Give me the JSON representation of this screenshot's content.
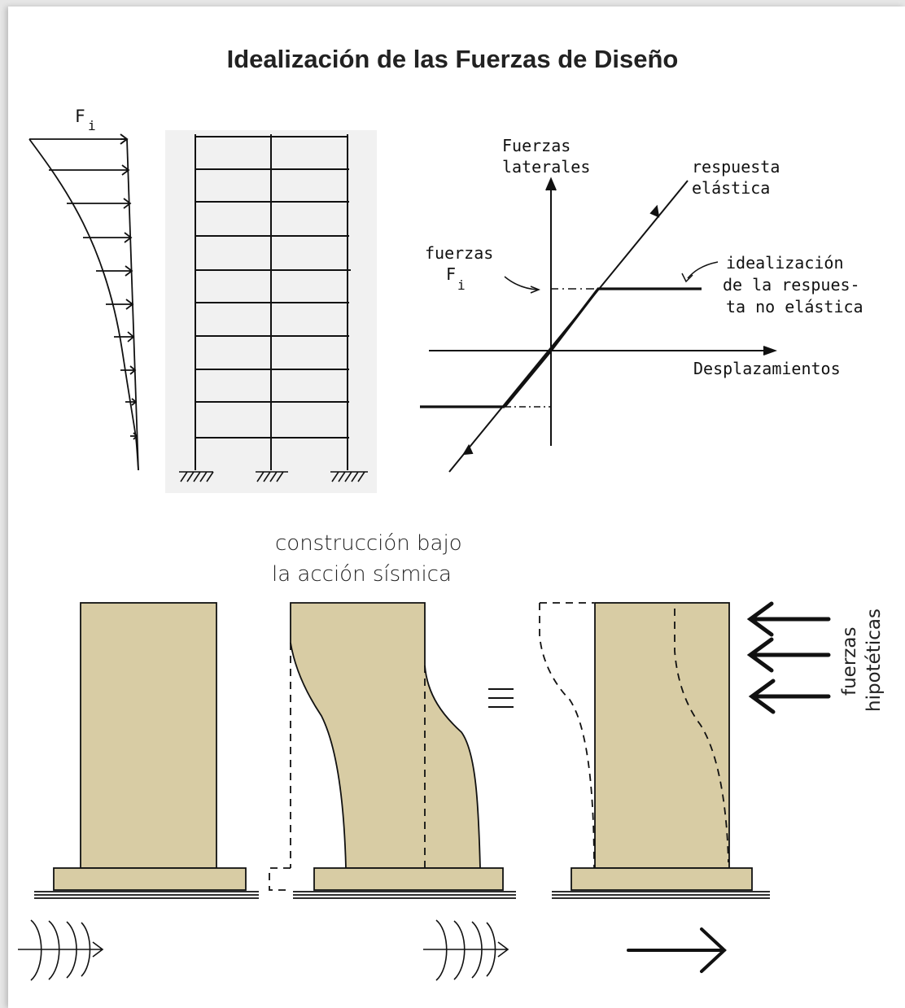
{
  "title": "Idealización de las Fuerzas de Diseño",
  "force_profile": {
    "label": "F",
    "subscript": "i"
  },
  "graph": {
    "y_axis_label": [
      "Fuerzas",
      "laterales"
    ],
    "elastic_label": [
      "respuesta",
      "elástica"
    ],
    "forces_label": [
      "fuerzas",
      "F"
    ],
    "forces_subscript": "i",
    "idealization_label": [
      "idealización",
      "de la respues-",
      "ta no elástica"
    ],
    "x_axis_label": "Desplazamientos"
  },
  "caption": [
    "construcción bajo",
    "la acción sísmica"
  ],
  "equivalence_symbol": "≡",
  "hypothetical_label": [
    "fuerzas",
    "hipotéticas"
  ],
  "colors": {
    "wall_fill": "#d8cca4",
    "ink": "#111111",
    "panel": "#f1f1f1"
  }
}
